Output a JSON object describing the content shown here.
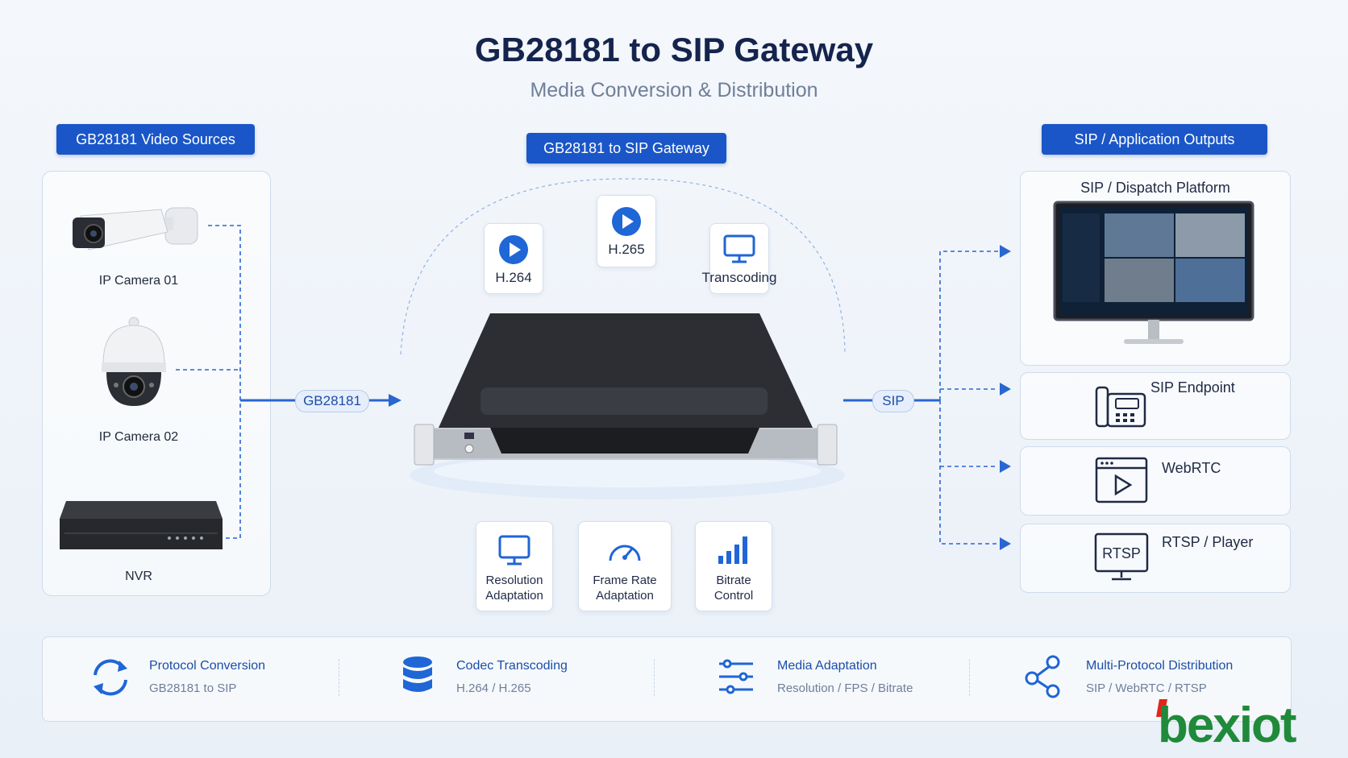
{
  "header": {
    "title": "GB28181 to SIP Gateway",
    "subtitle": "Media Conversion & Distribution"
  },
  "sources": {
    "heading": "GB28181 Video Sources",
    "items": [
      {
        "label": "IP Camera 01"
      },
      {
        "label": "IP Camera 02"
      },
      {
        "label": "NVR"
      }
    ]
  },
  "gateway": {
    "heading": "GB28181 to SIP Gateway",
    "top_features": [
      {
        "label": "H.264",
        "icon": "play-icon"
      },
      {
        "label": "H.265",
        "icon": "play-icon"
      },
      {
        "label": "Transcoding",
        "icon": "monitor-icon"
      }
    ],
    "bottom_features": [
      {
        "line1": "Resolution",
        "line2": "Adaptation",
        "icon": "monitor-icon"
      },
      {
        "line1": "Frame Rate",
        "line2": "Adaptation",
        "icon": "gauge-icon"
      },
      {
        "line1": "Bitrate",
        "line2": "Control",
        "icon": "signal-bars-icon"
      }
    ]
  },
  "links": {
    "input_protocol": "GB28181",
    "output_protocol": "SIP"
  },
  "outputs": {
    "heading": "SIP / Application Outputs",
    "items": [
      {
        "label": "SIP / Dispatch Platform",
        "icon": "monitor-icon"
      },
      {
        "label": "SIP Endpoint",
        "icon": "desk-phone-icon"
      },
      {
        "label": "WebRTC",
        "icon": "browser-play-icon"
      },
      {
        "label": "RTSP / Player",
        "icon": "rtsp-monitor-icon",
        "badge": "RTSP"
      }
    ]
  },
  "features_bar": [
    {
      "title": "Protocol Conversion",
      "sub": "GB28181 to SIP",
      "icon": "sync-icon"
    },
    {
      "title": "Codec Transcoding",
      "sub": "H.264 / H.265",
      "icon": "database-icon"
    },
    {
      "title": "Media Adaptation",
      "sub": "Resolution / FPS / Bitrate",
      "icon": "sliders-icon"
    },
    {
      "title": "Multi-Protocol Distribution",
      "sub": "SIP / WebRTC / RTSP",
      "icon": "share-icon"
    }
  ],
  "brand": {
    "logo_text": "bexiot",
    "logo_color": "#1f8a3a",
    "accent_red": "#e0261b"
  },
  "colors": {
    "accent": "#1a56c7",
    "line": "#2a66d1"
  }
}
